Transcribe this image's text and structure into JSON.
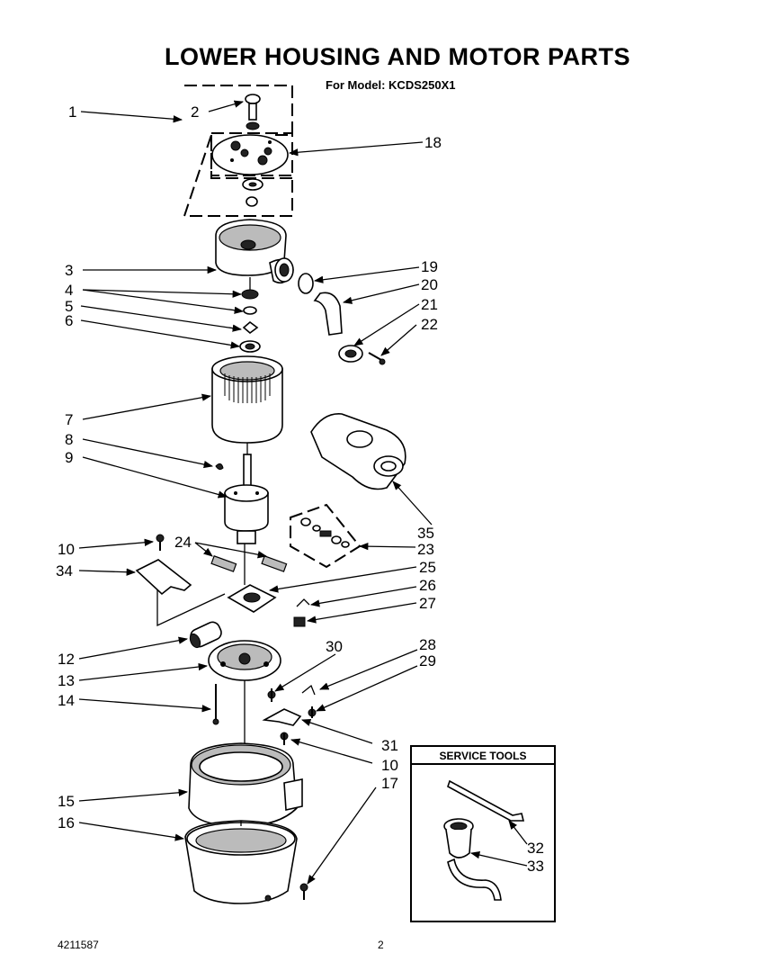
{
  "title": "LOWER HOUSING AND MOTOR PARTS",
  "subtitle": "For Model: KCDS250X1",
  "footer": {
    "doc_number": "4211587",
    "page_number": "2"
  },
  "service_tools": {
    "heading": "SERVICE TOOLS"
  },
  "callouts": {
    "n1": "1",
    "n2": "2",
    "n3": "3",
    "n4": "4",
    "n5": "5",
    "n6": "6",
    "n7": "7",
    "n8": "8",
    "n9": "9",
    "n10a": "10",
    "n10b": "10",
    "n12": "12",
    "n13": "13",
    "n14": "14",
    "n15": "15",
    "n16": "16",
    "n17": "17",
    "n18": "18",
    "n19": "19",
    "n20": "20",
    "n21": "21",
    "n22": "22",
    "n23": "23",
    "n24": "24",
    "n25": "25",
    "n26": "26",
    "n27": "27",
    "n28": "28",
    "n29": "29",
    "n30": "30",
    "n31": "31",
    "n32": "32",
    "n33": "33",
    "n34": "34",
    "n35": "35"
  }
}
